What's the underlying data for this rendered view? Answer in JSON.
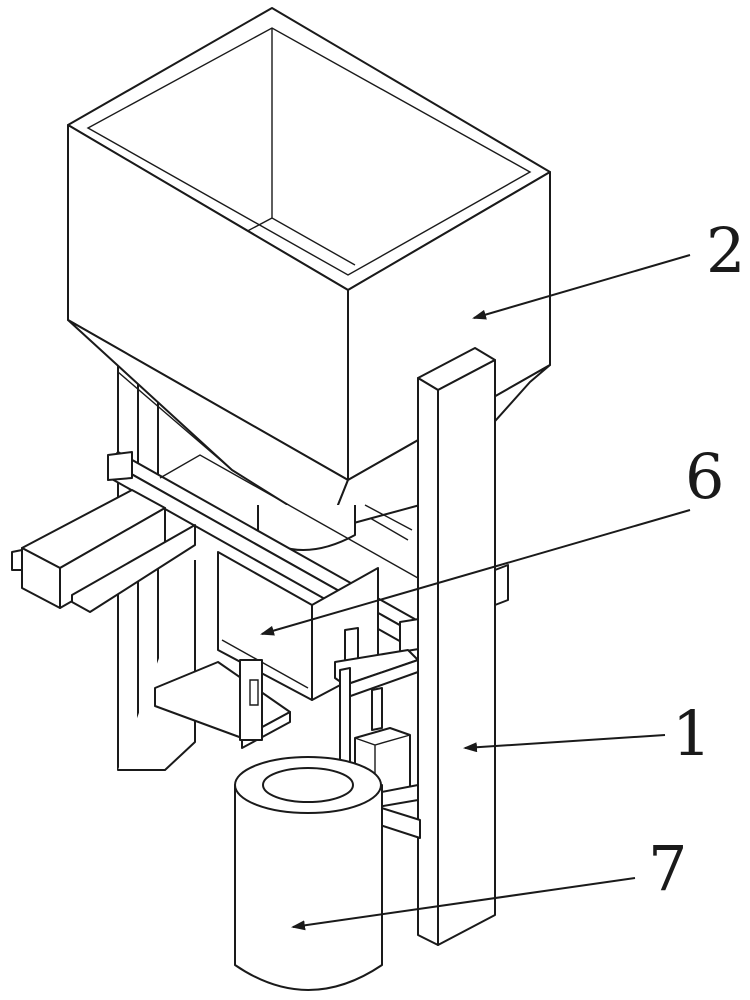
{
  "labels": {
    "hopper": "2",
    "feeder": "6",
    "frame": "1",
    "bucket": "7"
  },
  "colors": {
    "line": "#1a1a1a",
    "background": "#ffffff"
  }
}
